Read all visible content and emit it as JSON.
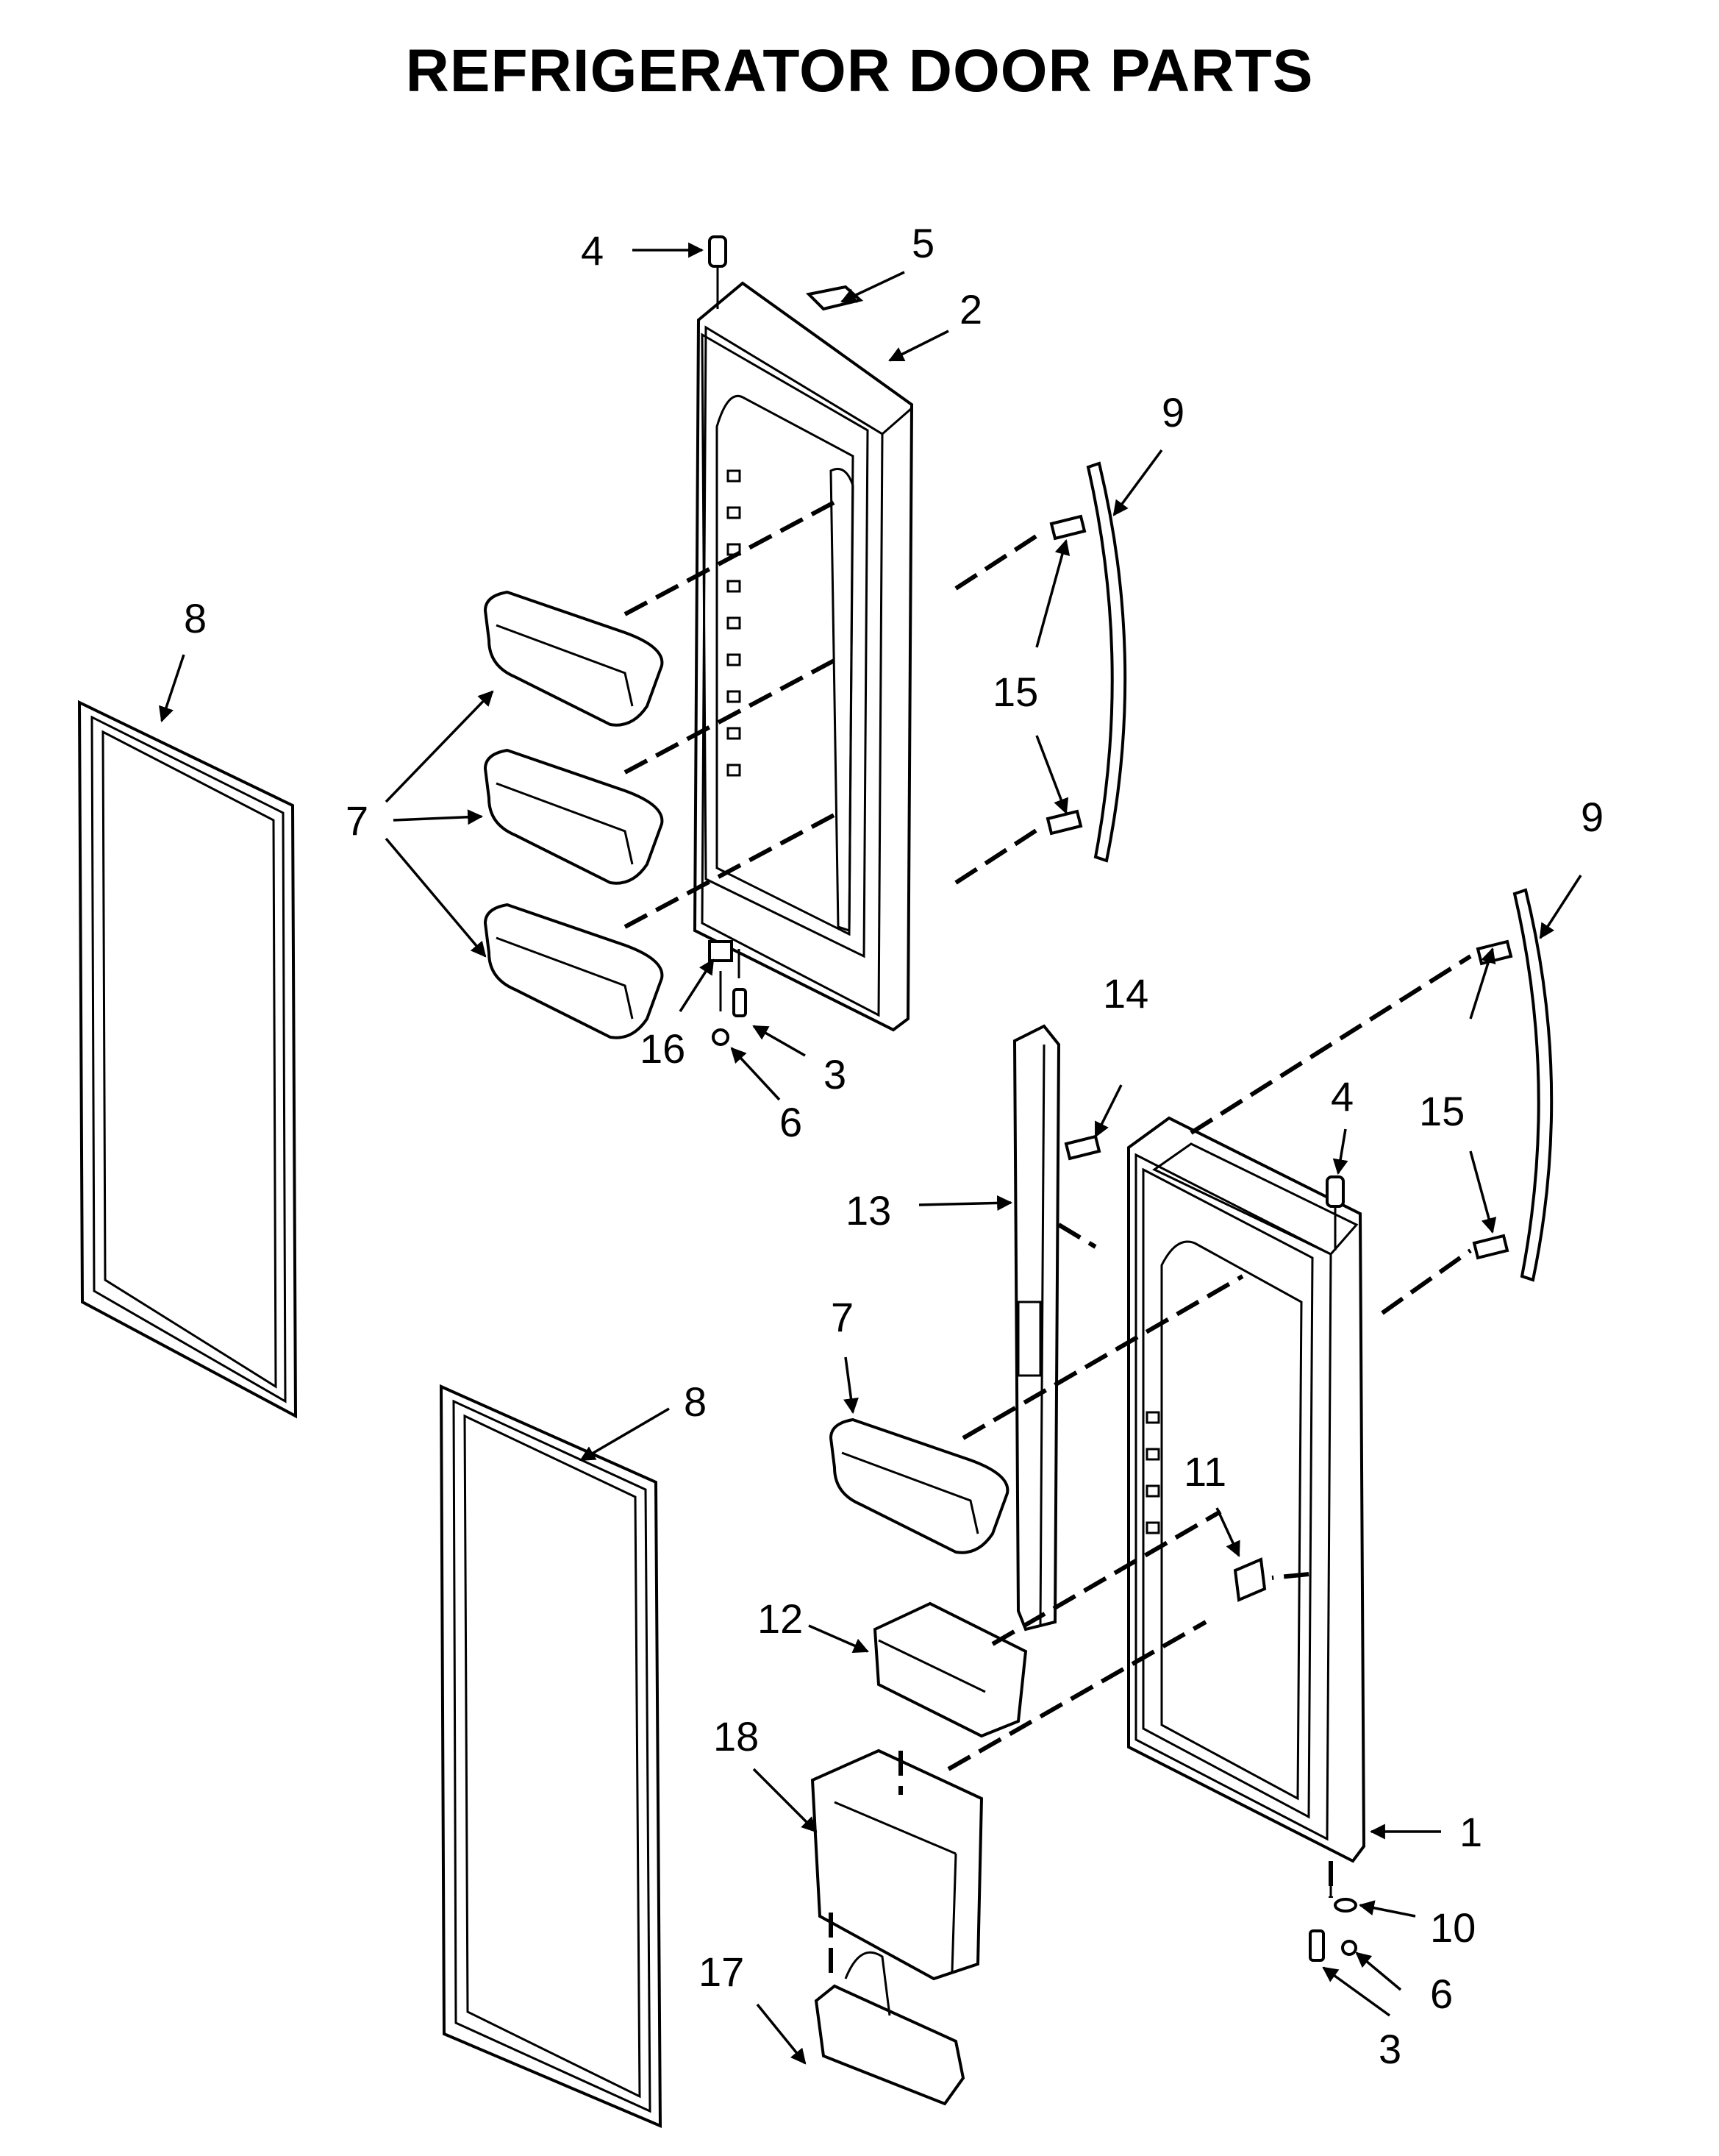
{
  "title": "REFRIGERATOR DOOR PARTS",
  "callouts": [
    {
      "id": "c4a",
      "label": "4"
    },
    {
      "id": "c5",
      "label": "5"
    },
    {
      "id": "c2",
      "label": "2"
    },
    {
      "id": "c9a",
      "label": "9"
    },
    {
      "id": "c8a",
      "label": "8"
    },
    {
      "id": "c15a",
      "label": "15"
    },
    {
      "id": "c7a",
      "label": "7"
    },
    {
      "id": "c9b",
      "label": "9"
    },
    {
      "id": "c16",
      "label": "16"
    },
    {
      "id": "c3a",
      "label": "3"
    },
    {
      "id": "c6a",
      "label": "6"
    },
    {
      "id": "c14",
      "label": "14"
    },
    {
      "id": "c4b",
      "label": "4"
    },
    {
      "id": "c15b",
      "label": "15"
    },
    {
      "id": "c13",
      "label": "13"
    },
    {
      "id": "c7b",
      "label": "7"
    },
    {
      "id": "c8b",
      "label": "8"
    },
    {
      "id": "c11",
      "label": "11"
    },
    {
      "id": "c12",
      "label": "12"
    },
    {
      "id": "c18",
      "label": "18"
    },
    {
      "id": "c1",
      "label": "1"
    },
    {
      "id": "c10",
      "label": "10"
    },
    {
      "id": "c6b",
      "label": "6"
    },
    {
      "id": "c17",
      "label": "17"
    },
    {
      "id": "c3b",
      "label": "3"
    }
  ]
}
